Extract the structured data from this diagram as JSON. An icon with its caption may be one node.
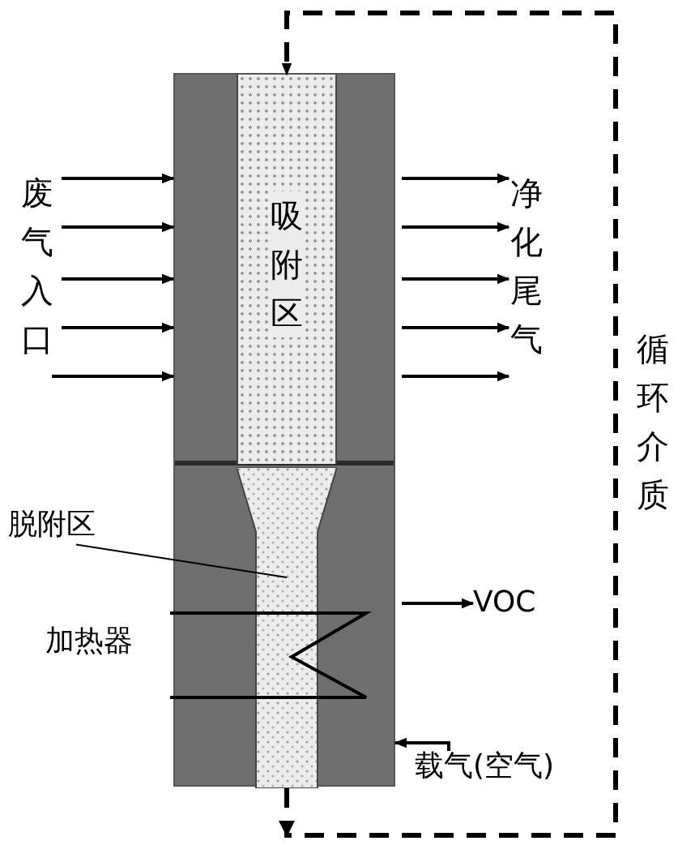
{
  "diagram": {
    "nodes": [
      {
        "text": [],
        "shape": "box"
      },
      {
        "text": [
          "吸附区"
        ],
        "in": 0
      },
      {
        "text": [],
        "shape": "box",
        "in": 0
      },
      {
        "text": [
          "脱附区"
        ]
      },
      {
        "text": [
          "废气入口"
        ]
      },
      {
        "text": [
          "净化尾气"
        ]
      },
      {
        "text": [
          "VOC"
        ]
      },
      {
        "text": [
          "载气(空气)"
        ]
      }
    ],
    "edges": [
      {
        "from": 4,
        "to": 0,
        "arrow": "to"
      },
      {
        "from": 4,
        "to": 0,
        "arrow": "to"
      },
      {
        "from": 4,
        "to": 0,
        "arrow": "to"
      },
      {
        "from": 4,
        "to": 0,
        "arrow": "to"
      },
      {
        "from": 4,
        "to": 0,
        "arrow": "to"
      },
      {
        "from": 0,
        "to": 5,
        "arrow": "to"
      },
      {
        "from": 0,
        "to": 5,
        "arrow": "to"
      },
      {
        "from": 0,
        "to": 5,
        "arrow": "to"
      },
      {
        "from": 0,
        "to": 5,
        "arrow": "to"
      },
      {
        "from": 0,
        "to": 5,
        "arrow": "to"
      },
      {
        "from": 3,
        "to": 2,
        "arrow": "none"
      },
      {
        "from": 0,
        "to": 6,
        "arrow": "to"
      },
      {
        "from": 7,
        "to": 0,
        "arrow": "to"
      },
      {
        "from": 2,
        "to": 1,
        "arrow": "to",
        "style": "dashed",
        "label": "循环介质"
      }
    ],
    "labels": [
      "加热器"
    ]
  }
}
